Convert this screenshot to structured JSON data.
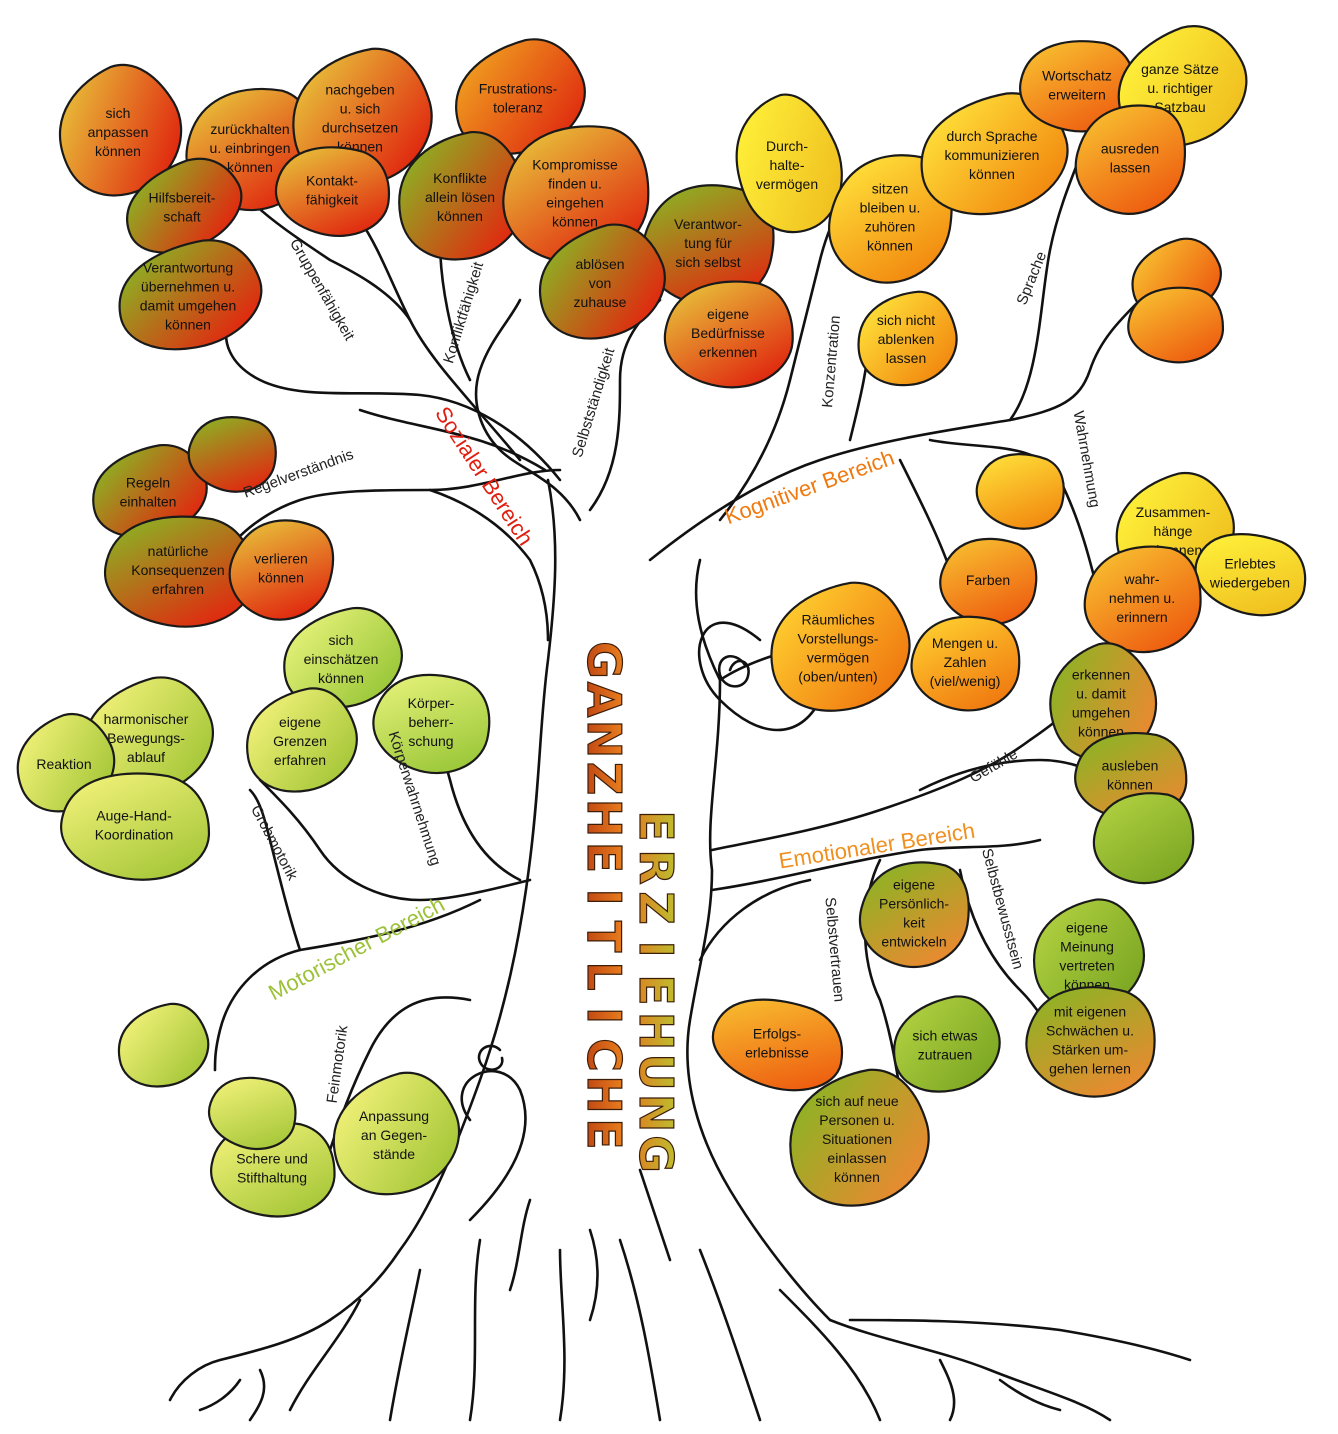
{
  "title": {
    "word1": [
      "G",
      "A",
      "N",
      "Z",
      "H",
      "E",
      "I",
      "T",
      "L",
      "I",
      "C",
      "H",
      "E"
    ],
    "word2": [
      "E",
      "R",
      "Z",
      "I",
      "E",
      "H",
      "U",
      "N",
      "G"
    ]
  },
  "areas": {
    "social": "Sozialer Bereich",
    "cognitive": "Kognitiver Bereich",
    "motor": "Motorischer Bereich",
    "emotional": "Emotionaler  Bereich"
  },
  "branches": {
    "gruppen": "Gruppenfähigkeit",
    "konflikt": "Konfliktfähigkeit",
    "selbststaendigkeit": "Selbstständigkeit",
    "regel": "Regelverständnis",
    "konzentration": "Konzentration",
    "sprache": "Sprache",
    "wahrnehmung": "Wahrnehmung",
    "gefuehle": "Gefühle",
    "selbstbewusstsein": "Selbstbewusstsein",
    "selbstvertrauen": "Selbstvertrauen",
    "koerperwahrnehmung": "Körperwahrnehmung",
    "grobmotorik": "Grobmotorik",
    "feinmotorik": "Feinmotorik"
  },
  "leaves": [
    {
      "lines": [
        "sich",
        "anpassen",
        "können"
      ],
      "color": "red"
    },
    {
      "lines": [
        "zurückhalten",
        "u. einbringen",
        "können"
      ],
      "color": "red"
    },
    {
      "lines": [
        "nachgeben",
        "u. sich",
        "durchsetzen",
        "können"
      ],
      "color": "red"
    },
    {
      "lines": [
        "Frustrations-",
        "toleranz"
      ],
      "color": "orange-red"
    },
    {
      "lines": [
        "Kontakt-",
        "fähigkeit"
      ],
      "color": "red"
    },
    {
      "lines": [
        "Hilfsbereit-",
        "schaft"
      ],
      "color": "green-red"
    },
    {
      "lines": [
        "Konflikte",
        "allein lösen",
        "können"
      ],
      "color": "green-red"
    },
    {
      "lines": [
        "Kompromisse",
        "finden u.",
        "eingehen",
        "können"
      ],
      "color": "red"
    },
    {
      "lines": [
        "Verantwor-",
        "tung für",
        "sich selbst"
      ],
      "color": "green-red"
    },
    {
      "lines": [
        "ablösen",
        "von",
        "zuhause"
      ],
      "color": "green-red"
    },
    {
      "lines": [
        "eigene",
        "Bedürfnisse",
        "erkennen"
      ],
      "color": "red"
    },
    {
      "lines": [
        "Verantwortung",
        "übernehmen u.",
        "damit umgehen",
        "können"
      ],
      "color": "green-red"
    },
    {
      "lines": [
        "Regeln",
        "einhalten"
      ],
      "color": "green-red"
    },
    {
      "lines": [
        "natürliche",
        "Konsequenzen",
        "erfahren"
      ],
      "color": "green-red"
    },
    {
      "lines": [
        "verlieren",
        "können"
      ],
      "color": "red"
    },
    {
      "lines": [
        "Durch-",
        "halte-",
        "vermögen"
      ],
      "color": "yellow"
    },
    {
      "lines": [
        "sitzen",
        "bleiben u.",
        "zuhören",
        "können"
      ],
      "color": "yellow-orange"
    },
    {
      "lines": [
        "sich nicht",
        "ablenken",
        "lassen"
      ],
      "color": "yellow-orange"
    },
    {
      "lines": [
        "durch Sprache",
        "kommunizieren",
        "können"
      ],
      "color": "yellow-orange"
    },
    {
      "lines": [
        "Wortschatz",
        "erweitern"
      ],
      "color": "orange"
    },
    {
      "lines": [
        "ganze Sätze",
        "u. richtiger",
        "Satzbau"
      ],
      "color": "yellow"
    },
    {
      "lines": [
        "ausreden",
        "lassen"
      ],
      "color": "orange"
    },
    {
      "lines": [
        "Zusammen-",
        "hänge",
        "erkennen"
      ],
      "color": "yellow"
    },
    {
      "lines": [
        "Erlebtes",
        "wiedergeben"
      ],
      "color": "yellow"
    },
    {
      "lines": [
        "wahr-",
        "nehmen u.",
        "erinnern"
      ],
      "color": "orange"
    },
    {
      "lines": [
        "Farben"
      ],
      "color": "orange"
    },
    {
      "lines": [
        "Räumliches",
        "Vorstellungs-",
        "vermögen",
        "(oben/unten)"
      ],
      "color": "orange-yellow"
    },
    {
      "lines": [
        "Mengen u.",
        "Zahlen",
        "(viel/wenig)"
      ],
      "color": "orange-yellow"
    },
    {
      "lines": [
        "erkennen",
        "u. damit",
        "umgehen",
        "können"
      ],
      "color": "green-orange"
    },
    {
      "lines": [
        "ausleben",
        "können"
      ],
      "color": "green-orange"
    },
    {
      "lines": [
        "eigene",
        "Persönlich-",
        "keit",
        "entwickeln"
      ],
      "color": "green-orange"
    },
    {
      "lines": [
        "eigene",
        "Meinung",
        "vertreten",
        "können"
      ],
      "color": "green"
    },
    {
      "lines": [
        "Erfolgs-",
        "erlebnisse"
      ],
      "color": "orange"
    },
    {
      "lines": [
        "sich etwas",
        "zutrauen"
      ],
      "color": "green"
    },
    {
      "lines": [
        "mit eigenen",
        "Schwächen u.",
        "Stärken um-",
        "gehen lernen"
      ],
      "color": "green-orange"
    },
    {
      "lines": [
        "sich auf neue",
        "Personen u.",
        "Situationen",
        "einlassen",
        "können"
      ],
      "color": "green-orange"
    },
    {
      "lines": [
        "sich",
        "einschätzen",
        "können"
      ],
      "color": "light-green"
    },
    {
      "lines": [
        "Körper-",
        "beherr-",
        "schung"
      ],
      "color": "light-green"
    },
    {
      "lines": [
        "eigene",
        "Grenzen",
        "erfahren"
      ],
      "color": "yellow-green"
    },
    {
      "lines": [
        "harmonischer",
        "Bewegungs-",
        "ablauf"
      ],
      "color": "yellow-green"
    },
    {
      "lines": [
        "Reaktion"
      ],
      "color": "yellow-green"
    },
    {
      "lines": [
        "Auge-Hand-",
        "Koordination"
      ],
      "color": "yellow-green"
    },
    {
      "lines": [
        "Anpassung",
        "an Gegen-",
        "stände"
      ],
      "color": "yellow-green"
    },
    {
      "lines": [
        "Schere und",
        "Stifthaltung"
      ],
      "color": "yellow-green"
    },
    {
      "lines": [],
      "color": "green-red"
    },
    {
      "lines": [],
      "color": "orange"
    },
    {
      "lines": [],
      "color": "orange"
    },
    {
      "lines": [],
      "color": "yellow-orange"
    },
    {
      "lines": [],
      "color": "green"
    },
    {
      "lines": [],
      "color": "yellow-green"
    },
    {
      "lines": [],
      "color": "yellow-green"
    }
  ],
  "palette": {
    "red": [
      "#e8c23a",
      "#e02a10"
    ],
    "orange-red": [
      "#f0a020",
      "#e03010"
    ],
    "green-red": [
      "#8ab424",
      "#e02a10"
    ],
    "yellow": [
      "#fff23a",
      "#f0c020"
    ],
    "yellow-orange": [
      "#ffe23a",
      "#f28a10"
    ],
    "orange": [
      "#f8c030",
      "#ee5e10"
    ],
    "orange-yellow": [
      "#ffd030",
      "#f07a10"
    ],
    "green-orange": [
      "#8ab424",
      "#e88a30"
    ],
    "green": [
      "#b0d040",
      "#7ea824"
    ],
    "light-green": [
      "#e6f27a",
      "#9cc83a"
    ],
    "yellow-green": [
      "#f2f27a",
      "#a8c83a"
    ],
    "social": "#e01e10",
    "cognitive": "#f07a10",
    "motor": "#9cc23a",
    "emotional": "#f09020",
    "title_word1_top": "#f08a20",
    "title_word1_bottom": "#b83a10",
    "title_word2_top": "#b8c830",
    "title_word2_bottom": "#e07a20"
  }
}
